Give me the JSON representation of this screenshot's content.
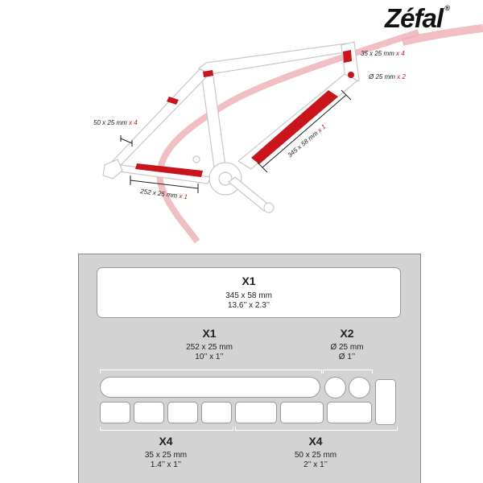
{
  "brand": {
    "name": "Zéfal",
    "registered_mark": "®"
  },
  "diagram": {
    "labels": {
      "top_tube_rear": {
        "size": "35 x 25 mm",
        "count": "x 4"
      },
      "head_tube": {
        "size": "Ø 25 mm",
        "count": "x 2"
      },
      "seat_stay": {
        "size": "50 x 25 mm",
        "count": "x 4"
      },
      "down_tube": {
        "size": "345 x 58 mm",
        "count": "x 1"
      },
      "chain_stay": {
        "size": "252 x 25 mm",
        "count": "x 1"
      }
    },
    "colors": {
      "protector": "#c9141c",
      "frame_outline": "#ffffff",
      "frame_stroke": "#cfcfcf",
      "cable": "#e8a0a6"
    }
  },
  "sheet": {
    "big_piece": {
      "count": "X1",
      "metric": "345 x 58 mm",
      "imperial": "13.6’’ x 2.3’’"
    },
    "strip": {
      "count": "X1",
      "metric": "252 x 25 mm",
      "imperial": "10’’ x 1’’"
    },
    "discs": {
      "count": "X2",
      "metric": "Ø 25 mm",
      "imperial": "Ø 1’’"
    },
    "small_rect": {
      "count": "X4",
      "metric": "35 x 25 mm",
      "imperial": "1.4’’ x 1’’"
    },
    "medium_rect": {
      "count": "X4",
      "metric": "50 x 25 mm",
      "imperial": "2’’ x 1’’"
    },
    "colors": {
      "background": "#d3d3d3",
      "piece": "#ffffff"
    }
  }
}
